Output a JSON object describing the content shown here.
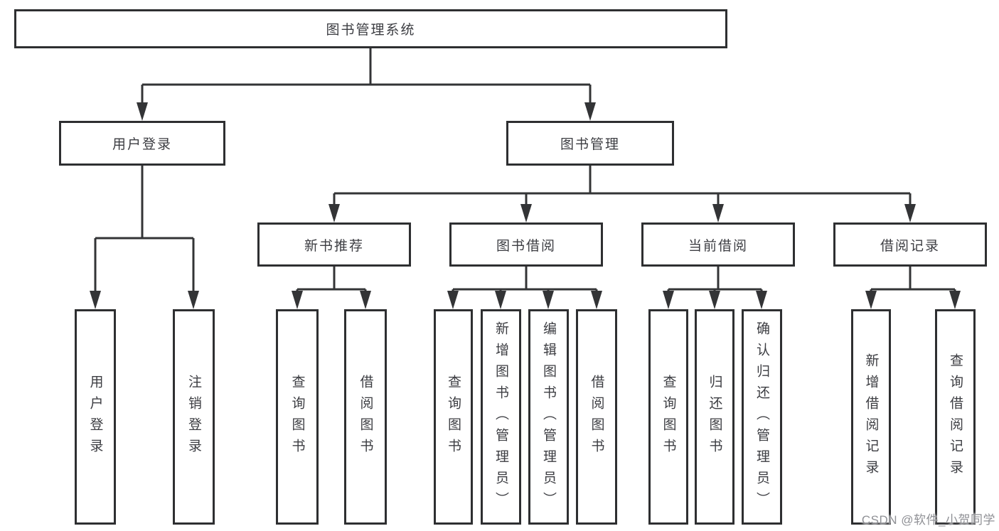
{
  "diagram": {
    "root": {
      "label": "图书管理系统",
      "children": [
        {
          "label": "用户登录",
          "children": [
            {
              "label": "用户登录"
            },
            {
              "label": "注销登录"
            }
          ]
        },
        {
          "label": "图书管理",
          "children": [
            {
              "label": "新书推荐",
              "children": [
                {
                  "label": "查询图书"
                },
                {
                  "label": "借阅图书"
                }
              ]
            },
            {
              "label": "图书借阅",
              "children": [
                {
                  "label": "查询图书"
                },
                {
                  "label": "新增图书（管理员）"
                },
                {
                  "label": "编辑图书（管理员）"
                },
                {
                  "label": "借阅图书"
                }
              ]
            },
            {
              "label": "当前借阅",
              "children": [
                {
                  "label": "查询图书"
                },
                {
                  "label": "归还图书"
                },
                {
                  "label": "确认归还（管理员）"
                }
              ]
            },
            {
              "label": "借阅记录",
              "children": [
                {
                  "label": "新增借阅记录"
                },
                {
                  "label": "查询借阅记录"
                }
              ]
            }
          ]
        }
      ]
    }
  },
  "watermark": {
    "label": "CSDN @软件_小贺同学"
  },
  "colors": {
    "line": "#333436",
    "box_border": "#2e2f31",
    "text": "#3c3d42",
    "watermark": "#8f9095",
    "background": "#ffffff"
  }
}
